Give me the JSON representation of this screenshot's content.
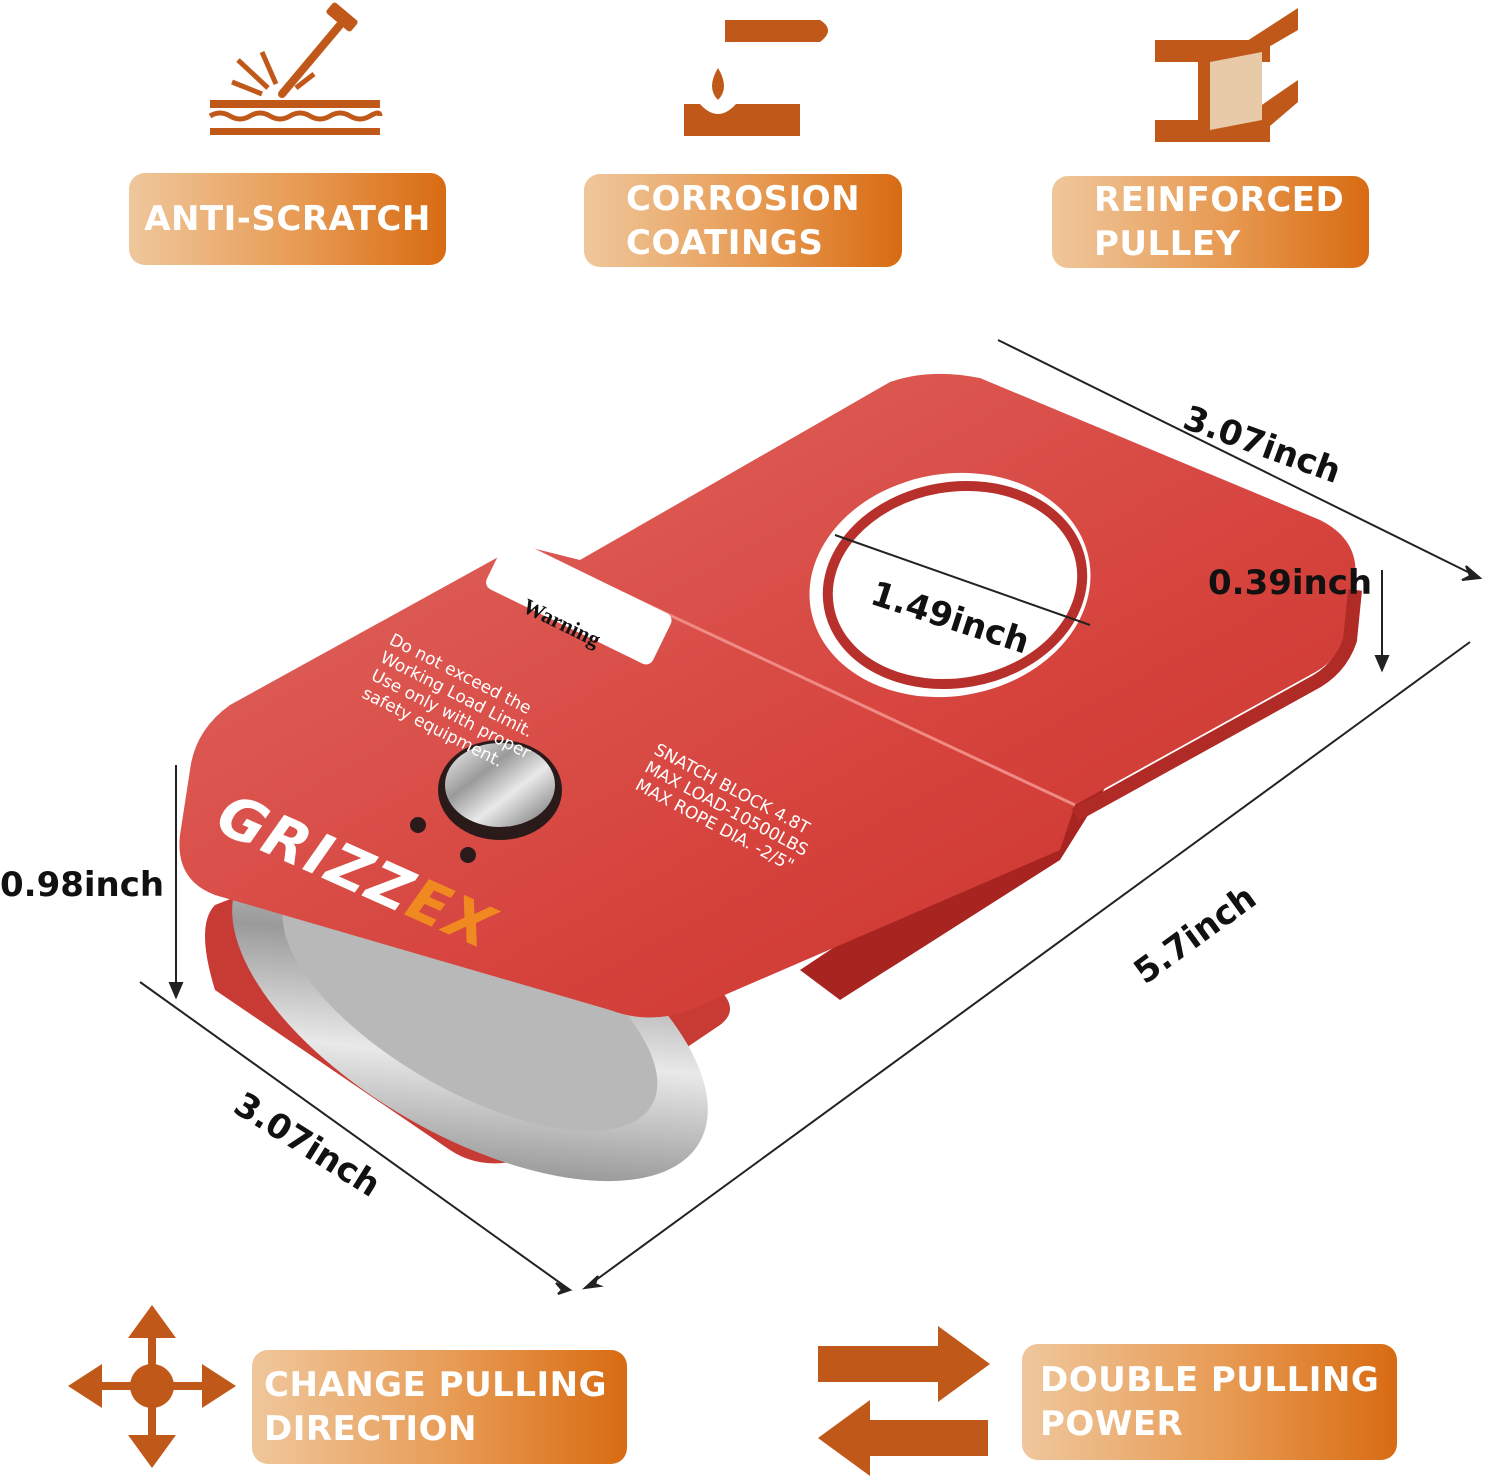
{
  "features": {
    "anti_scratch": "ANTI-SCRATCH",
    "corrosion": "CORROSION\nCOATINGS",
    "reinforced": "REINFORCED\nPULLEY",
    "change_direction": "CHANGE PULLING\nDIRECTION",
    "double_power": "DOUBLE PULLING\nPOWER"
  },
  "dimensions": {
    "top_width": "3.07inch",
    "hole_diameter": "1.49inch",
    "plate_thickness": "0.39inch",
    "height": "0.98inch",
    "bottom_width": "3.07inch",
    "length": "5.7inch"
  },
  "product": {
    "warning_label": "Warning",
    "warning_text": "Do not exceed the\nWorking Load Limit.\nUse only with proper\nsafety equipment.",
    "spec_text": "SNATCH BLOCK 4.8T\nMAX LOAD-10500LBS\nMAX ROPE DIA. -2/5\"",
    "brand_part1": "GRIZZ",
    "brand_part2": "EX"
  },
  "colors": {
    "accent_orange": "#c0581a",
    "body_red": "#d84a44"
  }
}
